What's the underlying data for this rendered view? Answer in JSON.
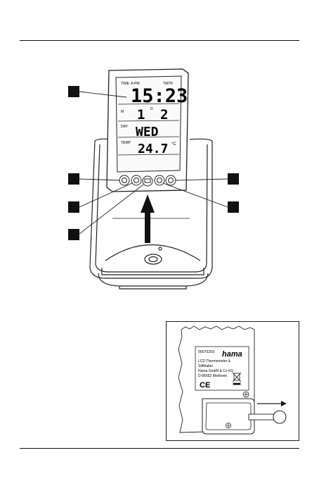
{
  "lcd": {
    "label_time": "TIME",
    "label_alarm": "A-PM",
    "label_tmtr": "TMTR",
    "time": "15:23",
    "label_month": "M",
    "month": "1",
    "label_day_num": "D",
    "day": "2",
    "label_day": "DAY",
    "weekday": "WED",
    "label_temp": "TEMP",
    "temperature": "24.7",
    "unit": "°C"
  },
  "label_sticker": {
    "article_no": "00075259",
    "brand": "hama",
    "line1": "LCD Thermometer &",
    "line2": "Stifthalter",
    "line3": "Hama GmbH & Co KG",
    "line4": "D-86652 Monheim",
    "ce_mark": "CE"
  },
  "icons": {
    "callout": "black-square-callout",
    "arrow": "up-arrow",
    "battery_pull": "pull-tab-arrow",
    "screw": "screw-icon"
  }
}
